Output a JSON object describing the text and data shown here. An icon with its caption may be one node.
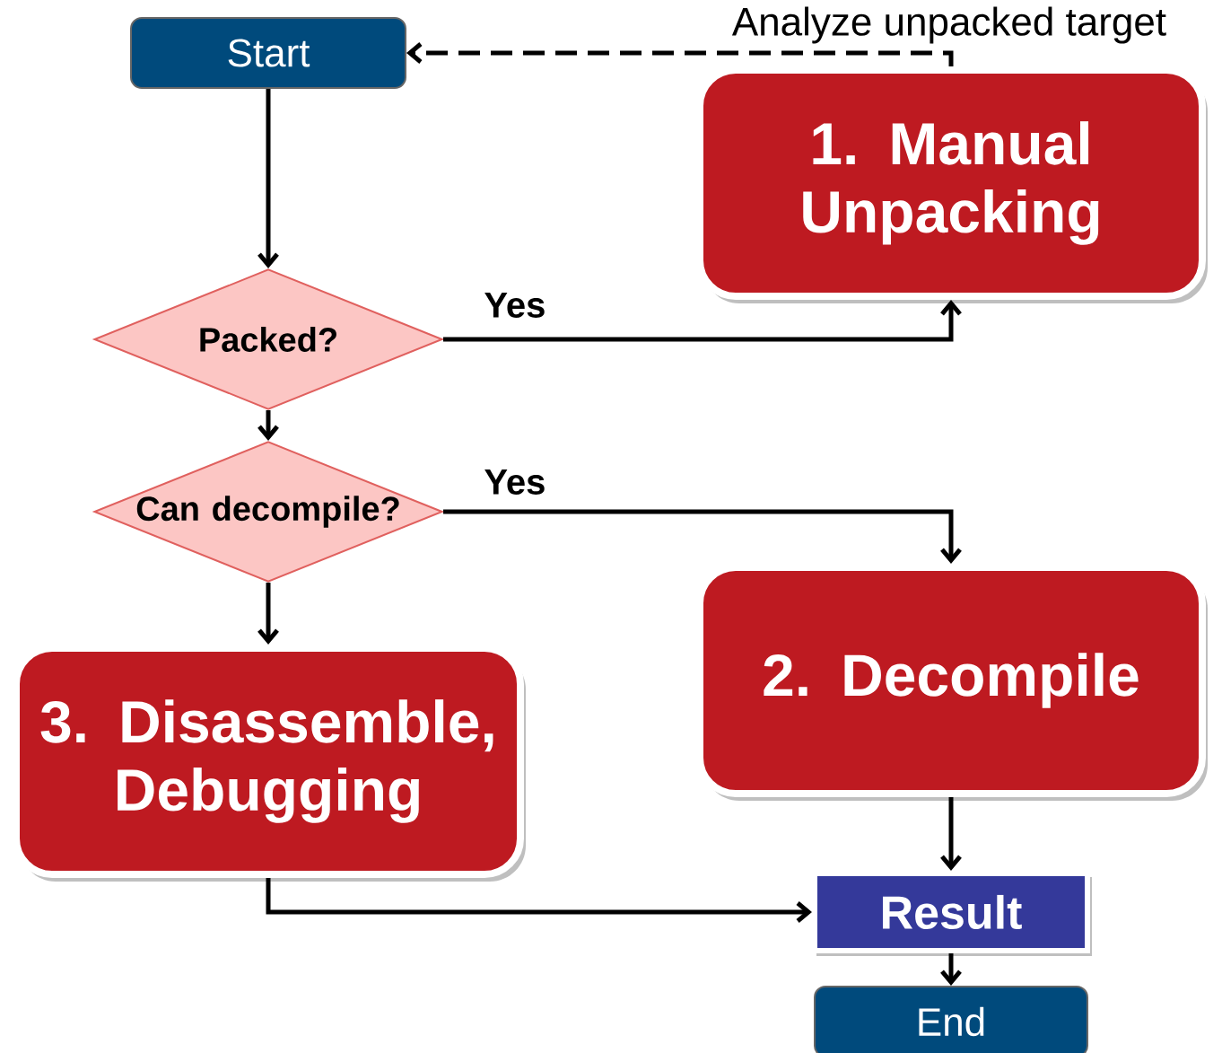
{
  "diagram": {
    "nodes": [
      {
        "text": [
          "Start"
        ]
      },
      {
        "text": [
          "1. Manual Unpacking"
        ]
      },
      {
        "text": [
          "Packed?"
        ]
      },
      {
        "text": [
          "Can decompile?"
        ]
      },
      {
        "text": [
          "2. Decompile"
        ]
      },
      {
        "text": [
          "3. Disassemble, Debugging"
        ]
      },
      {
        "text": [
          "Result"
        ]
      },
      {
        "text": [
          "End"
        ]
      }
    ],
    "edges": [
      {
        "from": 0,
        "to": 2,
        "arrow": "to"
      },
      {
        "from": 2,
        "to": 1,
        "arrow": "to",
        "label": "Yes"
      },
      {
        "from": 1,
        "to": 0,
        "arrow": "to",
        "style": "dashed",
        "label": "Analyze unpacked target"
      },
      {
        "from": 2,
        "to": 3,
        "arrow": "to"
      },
      {
        "from": 3,
        "to": 4,
        "arrow": "to",
        "label": "Yes"
      },
      {
        "from": 3,
        "to": 5,
        "arrow": "to"
      },
      {
        "from": 4,
        "to": 6,
        "arrow": "to"
      },
      {
        "from": 5,
        "to": 6,
        "arrow": "to"
      },
      {
        "from": 6,
        "to": 7,
        "arrow": "to"
      }
    ]
  }
}
